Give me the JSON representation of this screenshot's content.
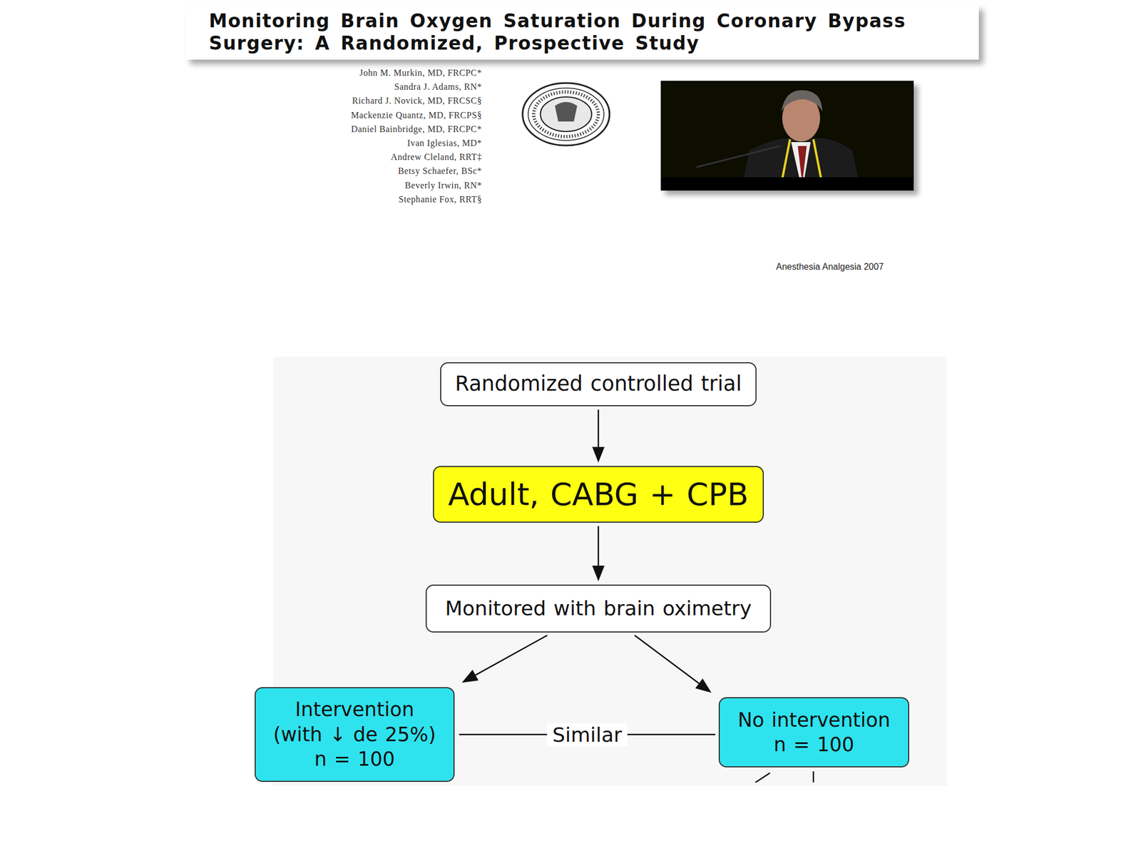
{
  "diagram": {
    "title": "Monitoring Brain Oxygen Saturation During Coronary Bypass Surgery: A Randomized, Prospective Study",
    "nodes": [
      {
        "text": [
          "Randomized controlled trial"
        ]
      },
      {
        "text": [
          "Adult, CABG + CPB"
        ]
      },
      {
        "text": [
          "Monitored with brain oximetry"
        ]
      },
      {
        "text": [
          "Intervention (with ↓ de 25%) n = 100"
        ]
      },
      {
        "text": [
          "No intervention n = 100"
        ]
      }
    ],
    "edges": [
      {
        "from": 0,
        "to": 1,
        "arrow": "to"
      },
      {
        "from": 1,
        "to": 2,
        "arrow": "to"
      },
      {
        "from": 2,
        "to": 3,
        "arrow": "to"
      },
      {
        "from": 2,
        "to": 4,
        "arrow": "to"
      },
      {
        "from": 3,
        "to": 4,
        "label": "Similar",
        "arrow": "none"
      }
    ],
    "labels": [
      "John M. Murkin, MD, FRCPC*",
      "Sandra J. Adams, RN*",
      "Richard J. Novick, MD, FRCSC§",
      "Mackenzie Quantz, MD, FRCPS§",
      "Daniel Bainbridge, MD, FRCPC*",
      "Ivan Iglesias, MD*",
      "Andrew Cleland, RRT‡",
      "Betsy Schaefer, BSc*",
      "Beverly Irwin, RN*",
      "Stephanie Fox, RRT§",
      "Anesthesia Analgesia 2007"
    ]
  }
}
